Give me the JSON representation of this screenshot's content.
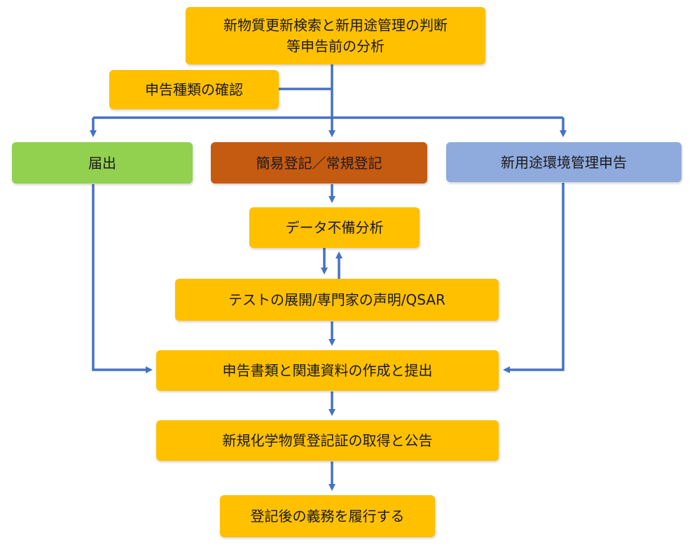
{
  "colors": {
    "process": "#ffc000",
    "notification": "#92d050",
    "registration": "#c55a11",
    "new_use": "#8faadc",
    "arrow": "#4472c4"
  },
  "nodes": {
    "pre_analysis": "新物質更新検索と新用途管理の判断\n等申告前の分析",
    "confirm_type": "申告種類の確認",
    "notification": "届出",
    "simple_standard_registration": "簡易登記／常規登記",
    "new_use_declaration": "新用途環境管理申告",
    "data_gap_analysis": "データ不備分析",
    "testing_expert_qsar": "テストの展開/専門家の声明/QSAR",
    "prepare_submit": "申告書類と関連資料の作成と提出",
    "obtain_certificate": "新規化学物質登記証の取得と公告",
    "post_obligations": "登記後の義務を履行する"
  }
}
